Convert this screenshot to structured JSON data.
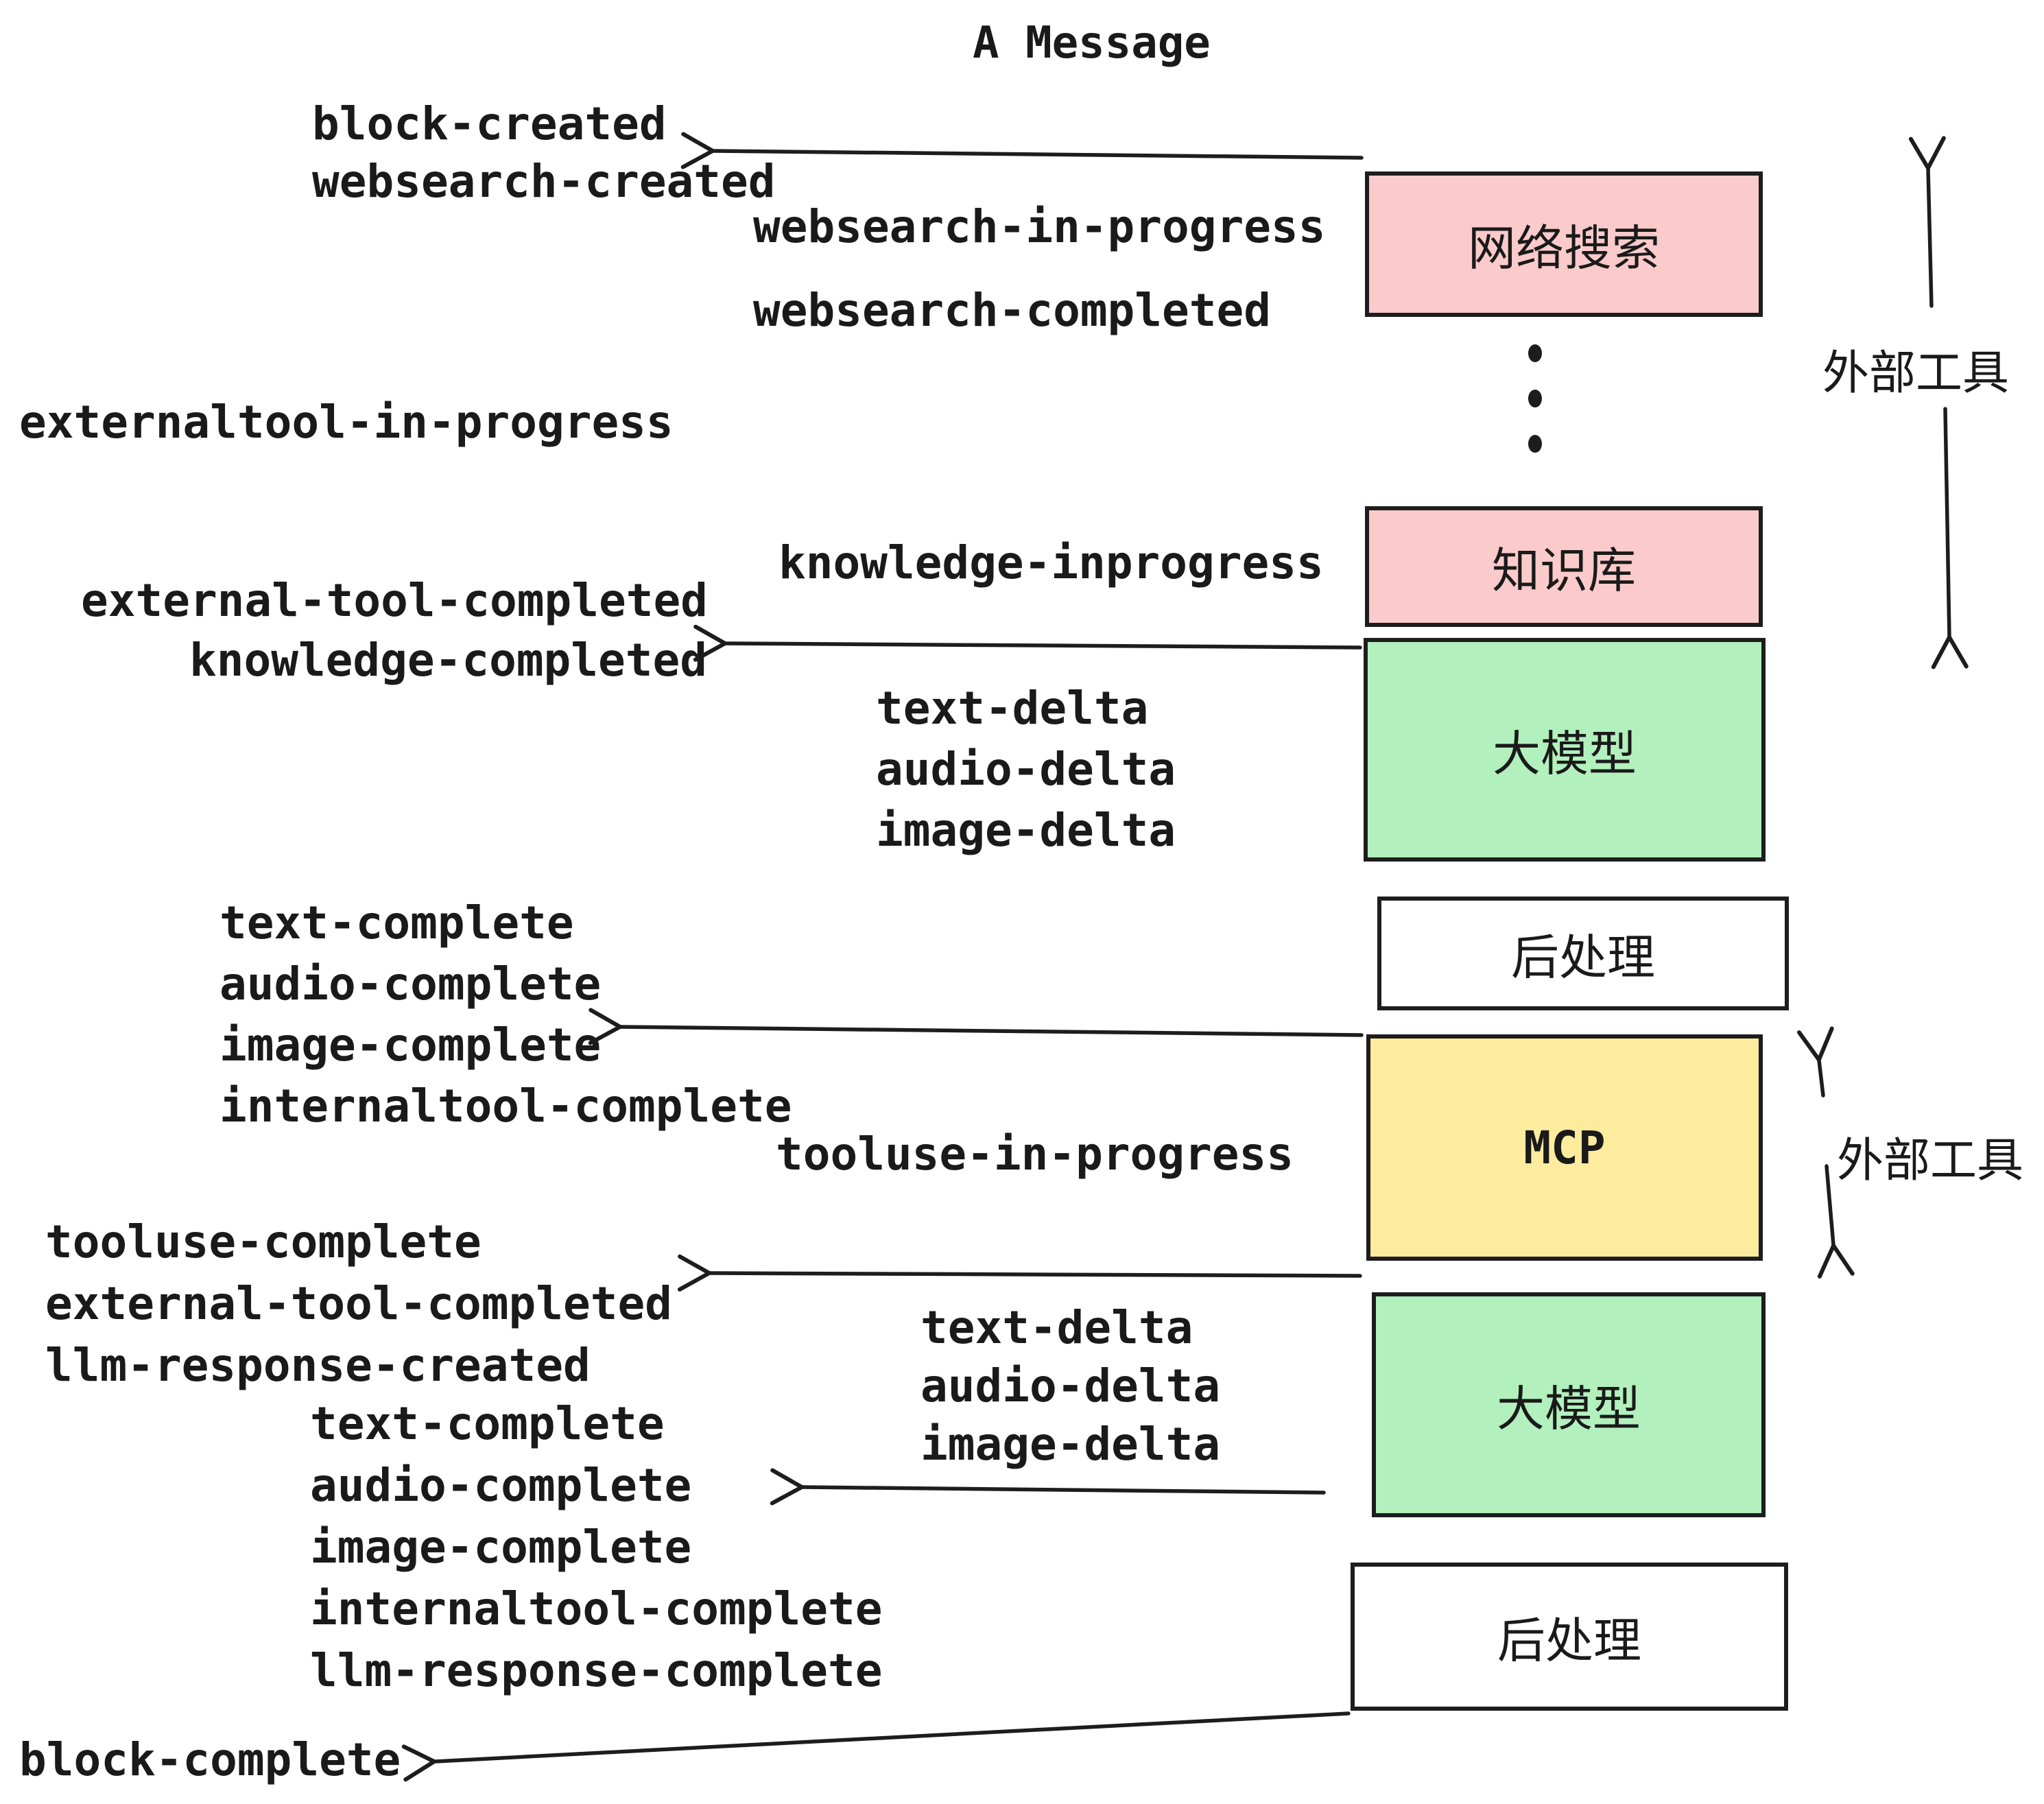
{
  "title": "A Message",
  "colors": {
    "ink": "#1d1d1d",
    "pink": "#fbcaca",
    "green": "#b2f0bd",
    "yellow": "#fdec9e",
    "white": "#ffffff"
  },
  "events": [
    {
      "text": "block-created"
    },
    {
      "text": "websearch-created"
    },
    {
      "text": "websearch-in-progress"
    },
    {
      "text": "websearch-completed"
    },
    {
      "text": "externaltool-in-progress"
    },
    {
      "text": "knowledge-inprogress"
    },
    {
      "text": "external-tool-completed"
    },
    {
      "text": "knowledge-completed"
    },
    {
      "text": "text-delta"
    },
    {
      "text": "audio-delta"
    },
    {
      "text": "image-delta"
    },
    {
      "text": "text-complete"
    },
    {
      "text": "audio-complete"
    },
    {
      "text": "image-complete"
    },
    {
      "text": "internaltool-complete"
    },
    {
      "text": "tooluse-in-progress"
    },
    {
      "text": "tooluse-complete"
    },
    {
      "text": "external-tool-completed"
    },
    {
      "text": "llm-response-created"
    },
    {
      "text": "text-complete"
    },
    {
      "text": "audio-complete"
    },
    {
      "text": "image-complete"
    },
    {
      "text": "internaltool-complete"
    },
    {
      "text": "llm-response-complete"
    },
    {
      "text": "text-delta"
    },
    {
      "text": "audio-delta"
    },
    {
      "text": "image-delta"
    },
    {
      "text": "block-complete"
    }
  ],
  "boxes": [
    {
      "label": "网络搜索"
    },
    {
      "label": "知识库"
    },
    {
      "label": "大模型"
    },
    {
      "label": "后处理"
    },
    {
      "label": "MCP"
    },
    {
      "label": "大模型"
    },
    {
      "label": "后处理"
    }
  ],
  "side_labels": [
    {
      "text": "外部工具"
    },
    {
      "text": "外部工具"
    }
  ]
}
